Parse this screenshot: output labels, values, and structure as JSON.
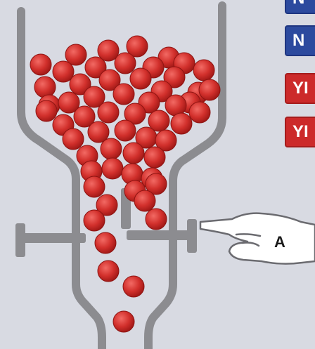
{
  "tags": [
    {
      "text": "N",
      "color": "#2c4a9e"
    },
    {
      "text": "N",
      "color": "#2c4a9e"
    },
    {
      "text": "YI",
      "color": "#cc2a2a"
    },
    {
      "text": "YI",
      "color": "#cc2a2a"
    }
  ],
  "hand": {
    "label": "A"
  },
  "colors": {
    "ball": "#cc2a2a",
    "hopper_wall": "#8c8c90",
    "background": "#d8dae2",
    "tag_blue": "#2c4a9e",
    "tag_red": "#cc2a2a"
  },
  "icons": {
    "hopper": "hopper-funnel",
    "gate": "sliding-gate",
    "hand": "pushing-hand-icon",
    "balls": "red-ball"
  }
}
